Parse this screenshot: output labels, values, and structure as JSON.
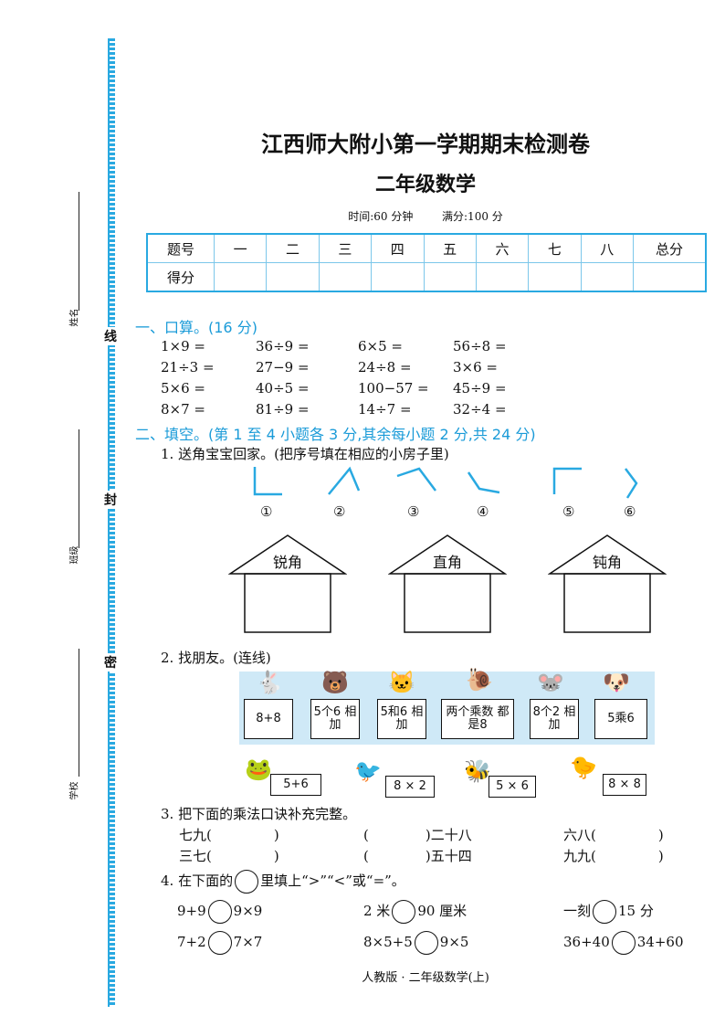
{
  "header": {
    "title": "江西师大附小第一学期期末检测卷",
    "subtitle": "二年级数学",
    "time_info": "时间:60 分钟",
    "score_info": "满分:100 分"
  },
  "binding": {
    "words": [
      "线",
      "封",
      "密"
    ],
    "labels": [
      "姓名",
      "班级",
      "学校"
    ]
  },
  "score_table": {
    "header": [
      "题号",
      "一",
      "二",
      "三",
      "四",
      "五",
      "六",
      "七",
      "八",
      "总分"
    ],
    "row_label": "得分"
  },
  "section1": {
    "title": "一、口算。(16 分)",
    "rows": [
      [
        "1×9 =",
        "36÷9 =",
        "6×5 =",
        "56÷8 ="
      ],
      [
        "21÷3 =",
        "27−9 =",
        "24÷8 =",
        "3×6 ="
      ],
      [
        "5×6 =",
        "40÷5 =",
        "100−57 =",
        "45÷9 ="
      ],
      [
        "8×7 =",
        "81÷9 =",
        "14÷7 =",
        "32÷4 ="
      ]
    ]
  },
  "section2": {
    "title": "二、填空。(第 1 至 4 小题各 3 分,其余每小题 2 分,共 24 分)",
    "q1": {
      "text": "1. 送角宝宝回家。(把序号填在相应的小房子里)",
      "numbers": [
        "①",
        "②",
        "③",
        "④",
        "⑤",
        "⑥"
      ],
      "houses": [
        "锐角",
        "直角",
        "钝角"
      ]
    },
    "q2": {
      "text": "2. 找朋友。(连线)",
      "top_cards": [
        "8+8",
        "5个6 相加",
        "5和6 相加",
        "两个乘数 都是8",
        "8个2 相加",
        "5乘6"
      ],
      "bottom_cards": [
        "5+6",
        "8 × 2",
        "5 × 6",
        "8 × 8"
      ]
    },
    "q3": {
      "text": "3. 把下面的乘法口诀补充完整。",
      "row1": [
        "七九(",
        ")",
        "(",
        ")二十八",
        "六八(",
        ")"
      ],
      "row2": [
        "三七(",
        ")",
        "(",
        ")五十四",
        "九九(",
        ")"
      ]
    },
    "q4": {
      "text_before": "4. 在下面的",
      "text_after": "里填上“>”“<”或“=”。",
      "items": [
        [
          "9+9",
          "9×9"
        ],
        [
          "2 米",
          "90 厘米"
        ],
        [
          "一刻",
          "15 分"
        ],
        [
          "7+2",
          "7×7"
        ],
        [
          "8×5+5",
          "9×5"
        ],
        [
          "36+40",
          "34+60"
        ]
      ]
    }
  },
  "footer": "人教版 · 二年级数学(上)"
}
